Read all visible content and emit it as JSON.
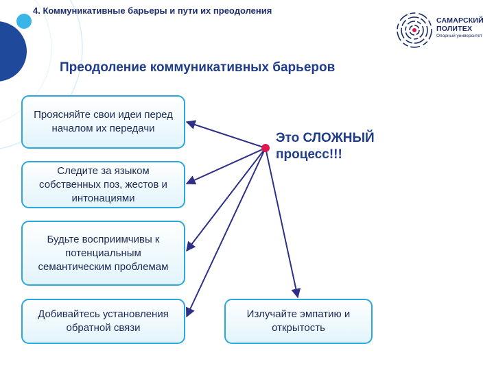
{
  "header": {
    "section_title": "4. Коммуникативные барьеры и пути их преодоления",
    "main_title": "Преодоление коммуникативных барьеров"
  },
  "logo": {
    "name_line1": "САМАРСКИЙ",
    "name_line2": "ПОЛИТЕХ",
    "tagline": "Опорный университет"
  },
  "center": {
    "text_line1": "Это СЛОЖНЫЙ",
    "text_line2": "процесс!!!"
  },
  "boxes": [
    "Проясняйте свои идеи перед началом их передачи",
    "Следите за языком собственных поз, жестов и интонациями",
    "Будьте восприимчивы к потенциальным семантическим проблемам",
    "Добивайтесь установления обратной связи",
    "Излучайте эмпатию и открытость"
  ],
  "colors": {
    "box_border": "#2aa7df",
    "arrow": "#2e2f86",
    "hub_dot": "#e0174f",
    "title": "#1f3d8a",
    "accent_blue": "#1f4a9c",
    "accent_cyan": "#3ab5e8"
  }
}
